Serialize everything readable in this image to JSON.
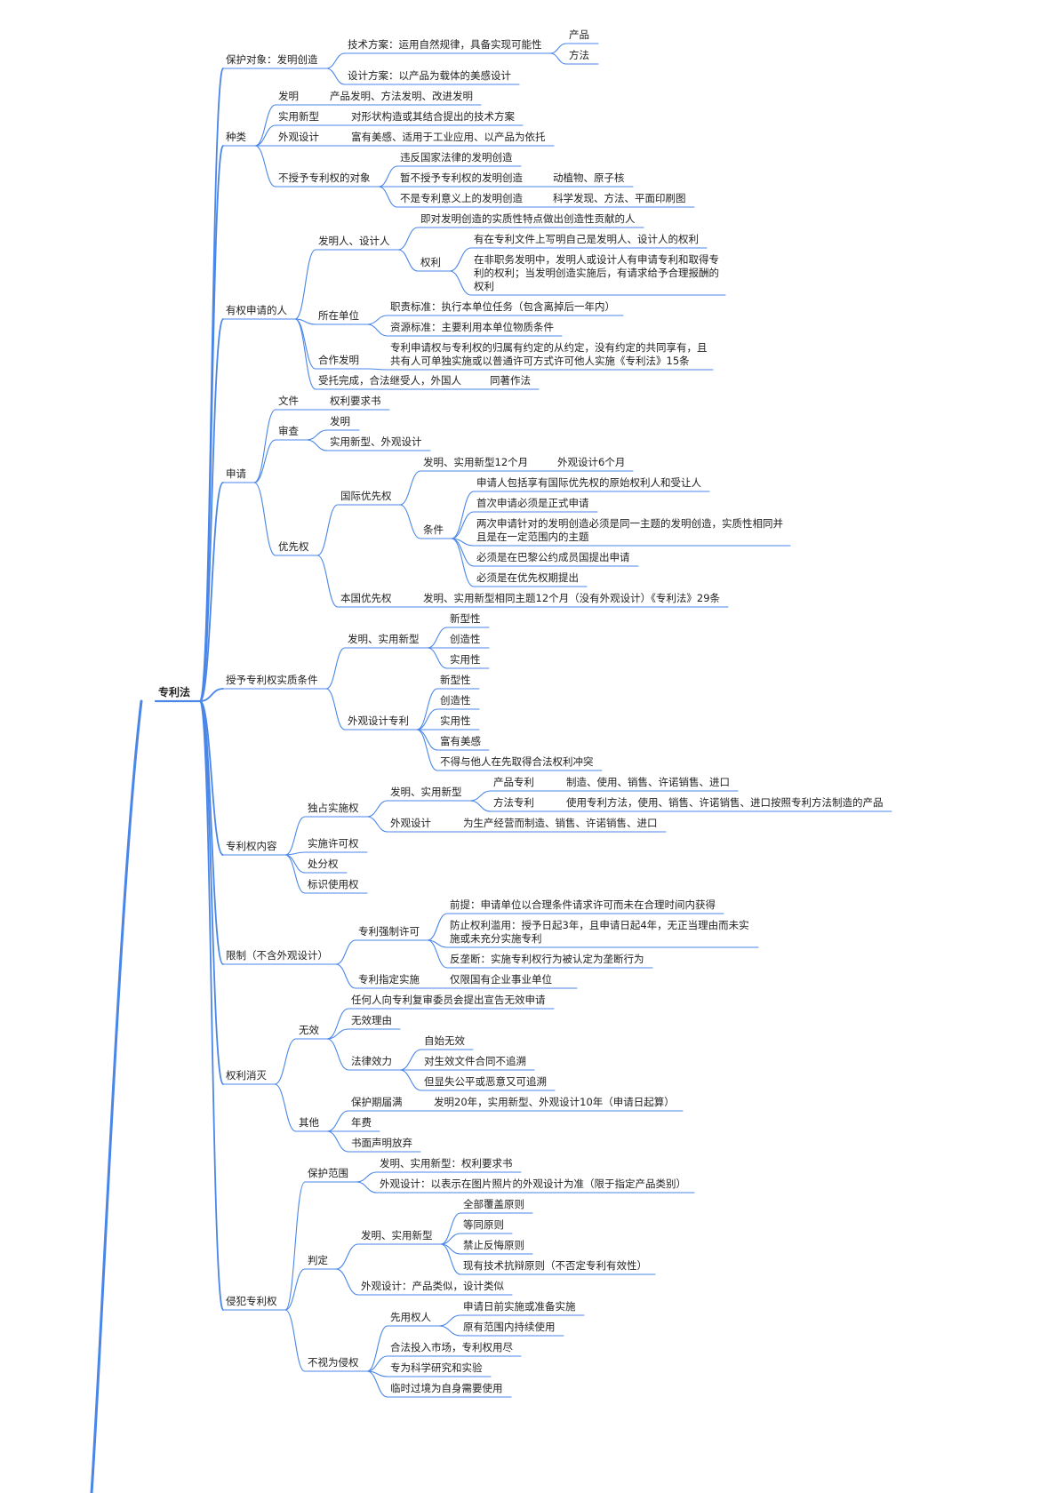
{
  "colors": {
    "line": "#4a86e8",
    "text": "#222222",
    "background": "#ffffff"
  },
  "root": {
    "label": "专利法"
  },
  "branches": [
    {
      "label": "保护对象：发明创造",
      "children": [
        {
          "label": "技术方案：运用自然规律，具备实现可能性",
          "children": [
            {
              "label": "产品"
            },
            {
              "label": "方法"
            }
          ]
        },
        {
          "label": "设计方案：以产品为载体的美感设计"
        }
      ]
    },
    {
      "label": "种类",
      "children": [
        {
          "label": "发明",
          "children": [
            {
              "label": "产品发明、方法发明、改进发明"
            }
          ]
        },
        {
          "label": "实用新型",
          "children": [
            {
              "label": "对形状构造或其结合提出的技术方案"
            }
          ]
        },
        {
          "label": "外观设计",
          "children": [
            {
              "label": "富有美感、适用于工业应用、以产品为依托"
            }
          ]
        },
        {
          "label": "不授予专利权的对象",
          "children": [
            {
              "label": "违反国家法律的发明创造"
            },
            {
              "label": "暂不授予专利权的发明创造",
              "children": [
                {
                  "label": "动植物、原子核"
                }
              ]
            },
            {
              "label": "不是专利意义上的发明创造",
              "children": [
                {
                  "label": "科学发现、方法、平面印刷图"
                }
              ]
            }
          ]
        }
      ]
    },
    {
      "label": "有权申请的人",
      "children": [
        {
          "label": "发明人、设计人",
          "children": [
            {
              "label": "即对发明创造的实质性特点做出创造性贡献的人"
            },
            {
              "label": "权利",
              "children": [
                {
                  "label": "有在专利文件上写明自己是发明人、设计人的权利"
                },
                {
                  "label": "在非职务发明中，发明人或设计人有申请专利和取得专利的权利；当发明创造实施后，有请求给予合理报酬的权利"
                }
              ]
            }
          ]
        },
        {
          "label": "所在单位",
          "children": [
            {
              "label": "职责标准：执行本单位任务（包含离掉后一年内）"
            },
            {
              "label": "资源标准：主要利用本单位物质条件"
            }
          ]
        },
        {
          "label": "合作发明",
          "children": [
            {
              "label": "专利申请权与专利权的归属有约定的从约定，没有约定的共同享有，且共有人可单独实施或以普通许可方式许可他人实施《专利法》15条"
            }
          ]
        },
        {
          "label": "受托完成，合法继受人，外国人",
          "children": [
            {
              "label": "同著作法"
            }
          ]
        }
      ]
    },
    {
      "label": "申请",
      "children": [
        {
          "label": "文件",
          "children": [
            {
              "label": "权利要求书"
            }
          ]
        },
        {
          "label": "审查",
          "children": [
            {
              "label": "发明"
            },
            {
              "label": "实用新型、外观设计"
            }
          ]
        },
        {
          "label": "优先权",
          "children": [
            {
              "label": "国际优先权",
              "children": [
                {
                  "label": "发明、实用新型12个月",
                  "children": [
                    {
                      "label": "外观设计6个月"
                    }
                  ]
                },
                {
                  "label": "条件",
                  "children": [
                    {
                      "label": "申请人包括享有国际优先权的原始权利人和受让人"
                    },
                    {
                      "label": "首次申请必须是正式申请"
                    },
                    {
                      "label": "两次申请针对的发明创造必须是同一主题的发明创造，实质性相同并且是在一定范围内的主题"
                    },
                    {
                      "label": "必须是在巴黎公约成员国提出申请"
                    },
                    {
                      "label": "必须是在优先权期提出"
                    }
                  ]
                }
              ]
            },
            {
              "label": "本国优先权",
              "children": [
                {
                  "label": "发明、实用新型相同主题12个月（没有外观设计）《专利法》29条"
                }
              ]
            }
          ]
        }
      ]
    },
    {
      "label": "授予专利权实质条件",
      "children": [
        {
          "label": "发明、实用新型",
          "children": [
            {
              "label": "新型性"
            },
            {
              "label": "创造性"
            },
            {
              "label": "实用性"
            }
          ]
        },
        {
          "label": "外观设计专利",
          "children": [
            {
              "label": "新型性"
            },
            {
              "label": "创造性"
            },
            {
              "label": "实用性"
            },
            {
              "label": "富有美感"
            },
            {
              "label": "不得与他人在先取得合法权利冲突"
            }
          ]
        }
      ]
    },
    {
      "label": "专利权内容",
      "children": [
        {
          "label": "独占实施权",
          "children": [
            {
              "label": "发明、实用新型",
              "children": [
                {
                  "label": "产品专利",
                  "children": [
                    {
                      "label": "制造、使用、销售、许诺销售、进口"
                    }
                  ]
                },
                {
                  "label": "方法专利",
                  "children": [
                    {
                      "label": "使用专利方法，使用、销售、许诺销售、进口按照专利方法制造的产品"
                    }
                  ]
                }
              ]
            },
            {
              "label": "外观设计",
              "children": [
                {
                  "label": "为生产经营而制造、销售、许诺销售、进口"
                }
              ]
            }
          ]
        },
        {
          "label": "实施许可权"
        },
        {
          "label": "处分权"
        },
        {
          "label": "标识使用权"
        }
      ]
    },
    {
      "label": "限制（不含外观设计）",
      "children": [
        {
          "label": "专利强制许可",
          "children": [
            {
              "label": "前提：申请单位以合理条件请求许可而未在合理时间内获得"
            },
            {
              "label": "防止权利滥用：授予日起3年，且申请日起4年，无正当理由而未实施或未充分实施专利"
            },
            {
              "label": "反垄断：实施专利权行为被认定为垄断行为"
            }
          ]
        },
        {
          "label": "专利指定实施",
          "children": [
            {
              "label": "仅限国有企业事业单位"
            }
          ]
        }
      ]
    },
    {
      "label": "权利消灭",
      "children": [
        {
          "label": "无效",
          "children": [
            {
              "label": "任何人向专利复审委员会提出宣告无效申请"
            },
            {
              "label": "无效理由"
            },
            {
              "label": "法律效力",
              "children": [
                {
                  "label": "自始无效"
                },
                {
                  "label": "对生效文件合同不追溯"
                },
                {
                  "label": "但显失公平或恶意又可追溯"
                }
              ]
            }
          ]
        },
        {
          "label": "其他",
          "children": [
            {
              "label": "保护期届满",
              "children": [
                {
                  "label": "发明20年，实用新型、外观设计10年（申请日起算）"
                }
              ]
            },
            {
              "label": "年费"
            },
            {
              "label": "书面声明放弃"
            }
          ]
        }
      ]
    },
    {
      "label": "侵犯专利权",
      "children": [
        {
          "label": "保护范围",
          "children": [
            {
              "label": "发明、实用新型：权利要求书"
            },
            {
              "label": "外观设计：以表示在图片照片的外观设计为准（限于指定产品类别）"
            }
          ]
        },
        {
          "label": "判定",
          "children": [
            {
              "label": "发明、实用新型",
              "children": [
                {
                  "label": "全部覆盖原则"
                },
                {
                  "label": "等同原则"
                },
                {
                  "label": "禁止反悔原则"
                },
                {
                  "label": "现有技术抗辩原则（不否定专利有效性）"
                }
              ]
            },
            {
              "label": "外观设计：产品类似，设计类似"
            }
          ]
        },
        {
          "label": "不视为侵权",
          "children": [
            {
              "label": "先用权人",
              "children": [
                {
                  "label": "申请日前实施或准备实施"
                },
                {
                  "label": "原有范围内持续使用"
                }
              ]
            },
            {
              "label": "合法投入市场，专利权用尽"
            },
            {
              "label": "专为科学研究和实验"
            },
            {
              "label": "临时过境为自身需要使用"
            }
          ]
        }
      ]
    }
  ]
}
